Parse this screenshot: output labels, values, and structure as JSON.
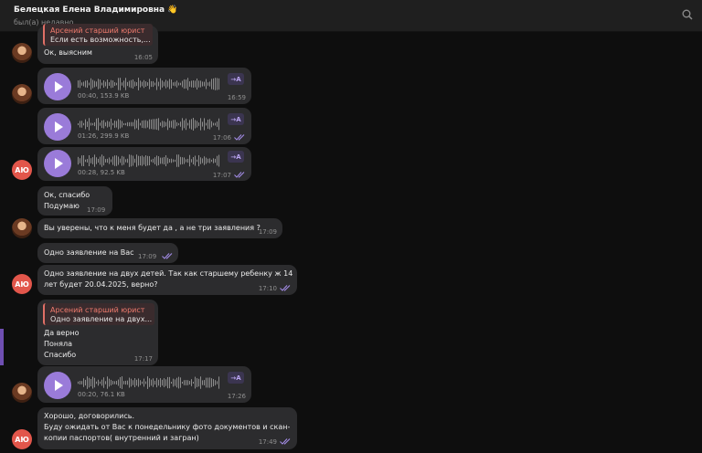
{
  "header": {
    "name": "Белецкая Елена Владимировна 👋",
    "status": "был(а) недавно"
  },
  "avatar_initials": "АЮ",
  "colors": {
    "accent": "#9a7bd9",
    "reply_author": "#f07b6e",
    "bubble": "#2c2c2e",
    "background": "#0e0e0e"
  },
  "messages": [
    {
      "reply_author": "Арсений старший юрист",
      "reply_text": "Если есть возможность,...",
      "text": "Ок, выясним",
      "time": "16:05"
    },
    {
      "duration": "00:40, 153.9 KB",
      "time": "16:59",
      "transcribe_label": "→A"
    },
    {
      "duration": "01:26, 299.9 KB",
      "time": "17:06",
      "transcribe_label": "→A"
    },
    {
      "duration": "00:28, 92.5 KB",
      "time": "17:07",
      "transcribe_label": "→A"
    },
    {
      "text": "Ок, спасибо\nПодумаю",
      "time": "17:09"
    },
    {
      "text": "Вы уверены, что к меня будет да , а не три заявления ?",
      "time": "17:09"
    },
    {
      "text": "Одно заявление на Вас",
      "time": "17:09"
    },
    {
      "text": "Одно заявление на двух детей. Так как старшему ребенку ж 14\nлет будет 20.04.2025, верно?",
      "time": "17:10"
    },
    {
      "reply_author": "Арсений старший юрист",
      "reply_text": "Одно заявление на двух...",
      "text": "Да верно\nПоняла\nСпасибо",
      "time": "17:17"
    },
    {
      "duration": "00:20, 76.1 KB",
      "time": "17:26",
      "transcribe_label": "→A"
    },
    {
      "text": "Хорошо, договорились.\nБуду ожидать от Вас к понедельнику фото документов и скан-\nкопии паспортов( внутренний и загран)",
      "time": "17:49"
    }
  ]
}
